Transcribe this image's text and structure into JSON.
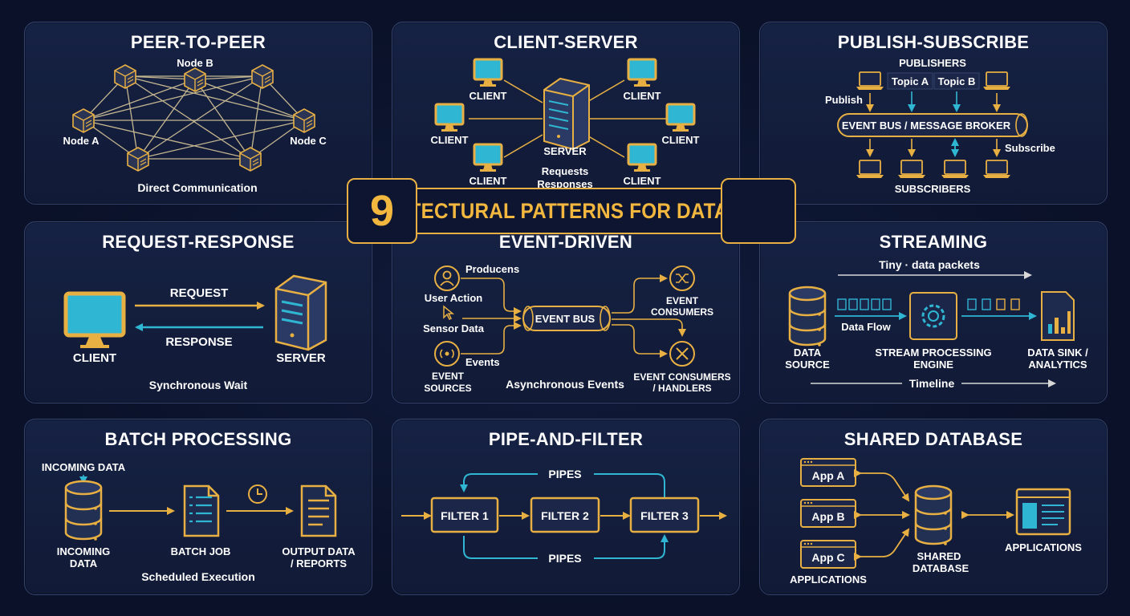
{
  "banner": {
    "number": "9",
    "title": "ARCHITECTURAL PATTERNS FOR DATA FLOW"
  },
  "colors": {
    "background": "#0a1128",
    "panel": "#162244",
    "border": "#34446e",
    "accent": "#e8b043",
    "cyan": "#2fb6d2"
  },
  "p2p": {
    "title": "PEER-TO-PEER",
    "node_b": "Node B",
    "node_a": "Node A",
    "node_c": "Node C",
    "caption": "Direct Communication"
  },
  "client_server": {
    "title": "CLIENT-SERVER",
    "client": "CLIENT",
    "server": "SERVER",
    "requests": "Requests",
    "responses": "Responses"
  },
  "pubsub": {
    "title": "PUBLISH-SUBSCRIBE",
    "publishers": "PUBLISHERS",
    "topic_a": "Topic A",
    "topic_b": "Topic B",
    "publish": "Publish",
    "broker": "EVENT BUS / MESSAGE BROKER",
    "subscribe": "Subscribe",
    "subscribers": "SUBSCRIBERS"
  },
  "reqres": {
    "title": "REQUEST-RESPONSE",
    "request": "REQUEST",
    "response": "RESPONSE",
    "client": "CLIENT",
    "server": "SERVER",
    "caption": "Synchronous Wait"
  },
  "event": {
    "title": "EVENT-DRIVEN",
    "producers": "Producens",
    "user_action": "User Action",
    "sensor_data": "Sensor Data",
    "events": "Events",
    "sources_1": "EVENT",
    "sources_2": "SOURCES",
    "bus": "EVENT BUS",
    "consumers_1": "EVENT",
    "consumers_2": "CONSUMERS",
    "handlers_1": "EVENT CONSUMERS",
    "handlers_2": "/ HANDLERS",
    "caption": "Asynchronous Events"
  },
  "streaming": {
    "title": "STREAMING",
    "packets": "Tiny · data packets",
    "flow": "Data Flow",
    "source_1": "DATA",
    "source_2": "SOURCE",
    "engine_1": "STREAM PROCESSING",
    "engine_2": "ENGINE",
    "sink_1": "DATA SINK /",
    "sink_2": "ANALYTICS",
    "timeline": "Timeline"
  },
  "batch": {
    "title": "BATCH PROCESSING",
    "incoming_top": "INCOMING DATA",
    "incoming_1": "INCOMING",
    "incoming_2": "DATA",
    "job": "BATCH JOB",
    "output_1": "OUTPUT DATA",
    "output_2": "/ REPORTS",
    "caption": "Scheduled Execution"
  },
  "pipe": {
    "title": "PIPE-AND-FILTER",
    "pipes_top": "PIPES",
    "filter_1": "FILTER 1",
    "filter_2": "FILTER 2",
    "filter_3": "FILTER 3",
    "pipes_bottom": "PIPES"
  },
  "shared": {
    "title": "SHARED DATABASE",
    "app_a": "App A",
    "app_b": "App B",
    "app_c": "App C",
    "db_1": "SHARED",
    "db_2": "DATABASE",
    "apps_left": "APPLICATIONS",
    "apps_right": "APPLICATIONS"
  }
}
